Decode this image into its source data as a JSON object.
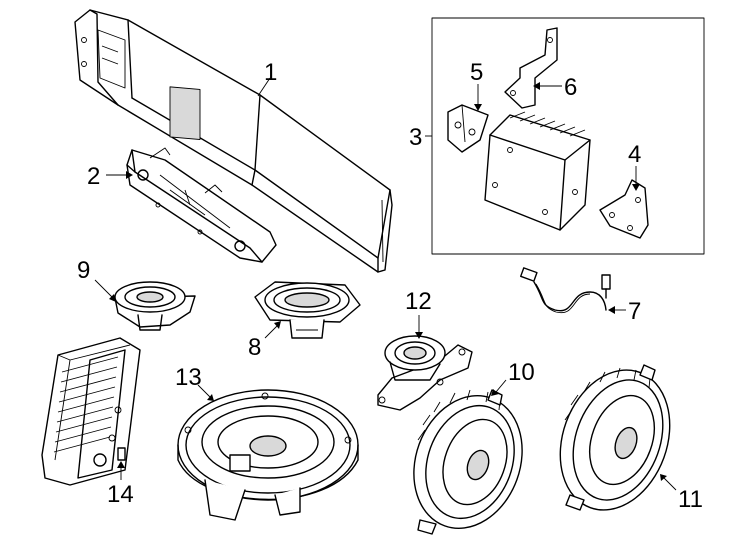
{
  "callouts": {
    "c1": "1",
    "c2": "2",
    "c3": "3",
    "c4": "4",
    "c5": "5",
    "c6": "6",
    "c7": "7",
    "c8": "8",
    "c9": "9",
    "c10": "10",
    "c11": "11",
    "c12": "12",
    "c13": "13",
    "c14": "14"
  },
  "parts": [
    {
      "id": 1,
      "name": "dash-panel"
    },
    {
      "id": 2,
      "name": "bracket-rail"
    },
    {
      "id": 3,
      "name": "amplifier-module-group"
    },
    {
      "id": 4,
      "name": "right-mount-bracket"
    },
    {
      "id": 5,
      "name": "left-mount-bracket"
    },
    {
      "id": 6,
      "name": "top-bracket"
    },
    {
      "id": 7,
      "name": "wire-harness"
    },
    {
      "id": 8,
      "name": "center-speaker"
    },
    {
      "id": 9,
      "name": "tweeter-speaker"
    },
    {
      "id": 10,
      "name": "door-speaker-left"
    },
    {
      "id": 11,
      "name": "door-speaker-right"
    },
    {
      "id": 12,
      "name": "tweeter-with-bracket"
    },
    {
      "id": 13,
      "name": "subwoofer"
    },
    {
      "id": 14,
      "name": "amplifier-heatsink"
    }
  ]
}
